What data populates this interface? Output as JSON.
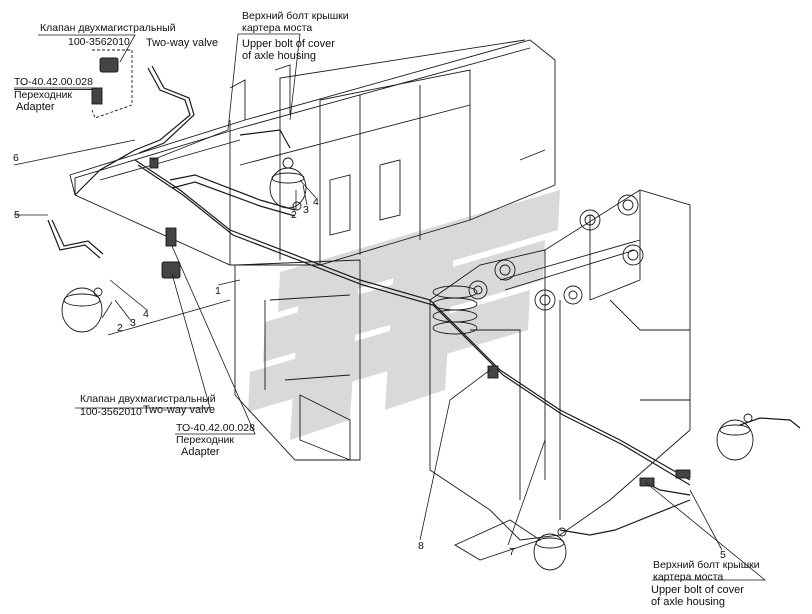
{
  "colors": {
    "line": "#1a1a1a",
    "watermark": "#d9d9d9",
    "background": "#ffffff"
  },
  "callouts": {
    "valve_top": {
      "ru": "Клапан двухмагистральный",
      "code": "100-3562010",
      "en": "Two-way valve"
    },
    "adapter_top": {
      "code": "ТО-40.42.00.028",
      "ru": "Переходник",
      "en": "Adapter"
    },
    "bolt_top": {
      "ru1": "Верхний болт крышки",
      "ru2": "картера моста",
      "en1": "Upper bolt of cover",
      "en2": "of axle housing"
    },
    "valve_mid": {
      "ru": "Клапан двухмагистральный",
      "code": "100-3562010",
      "en": "Two-way valve"
    },
    "adapter_mid": {
      "code": "ТО-40.42.00.028",
      "ru": "Переходник",
      "en": "Adapter"
    },
    "bolt_bottom": {
      "ru1": "Верхний болт крышки",
      "ru2": "картера моста",
      "en1": "Upper bolt of cover",
      "en2": "of axle housing"
    }
  },
  "position_numbers": {
    "n6": "6",
    "n5_left": "5",
    "n1": "1",
    "n2_a": "2",
    "n3_a": "3",
    "n4_a": "4",
    "n2_b": "2",
    "n3_b": "3",
    "n4_b": "4",
    "n8": "8",
    "n7": "7",
    "n5_right": "5"
  }
}
